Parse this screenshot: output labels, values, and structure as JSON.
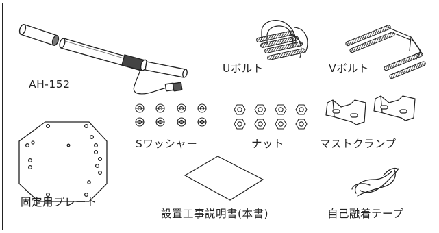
{
  "labels": {
    "antenna": "AH-152",
    "u_bolt": "Uボルト",
    "v_bolt": "Vボルト",
    "s_washer": "Sワッシャー",
    "nut": "ナット",
    "mast_clamp": "マストクランプ",
    "plate": "固定用プレート",
    "manual": "設置工事説明書(本書)",
    "tape": "自己融着テープ"
  },
  "counts": {
    "s_washer": 8,
    "nut": 8
  }
}
